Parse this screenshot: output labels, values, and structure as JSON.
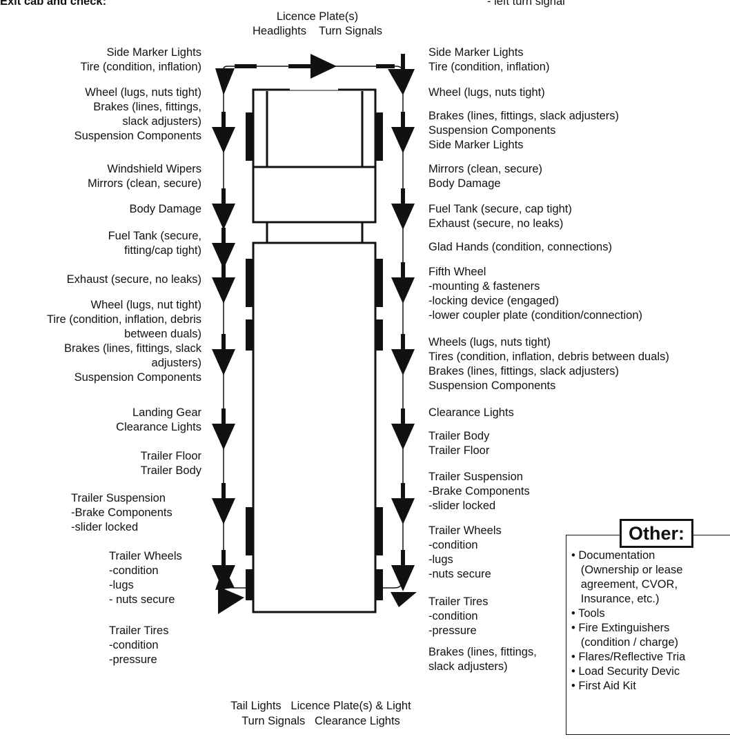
{
  "header": {
    "exit_label": "Exit cab and check:",
    "right_top_fragment": "- left turn signal"
  },
  "front": {
    "line1": "Licence Plate(s)",
    "line2": "Headlights    Turn Signals"
  },
  "rear": {
    "line1": "Tail Lights   Licence Plate(s) & Light",
    "line2": "Turn Signals   Clearance Lights"
  },
  "left_checks": [
    "Side Marker Lights\nTire (condition, inflation)",
    "Wheel (lugs, nuts tight)\nBrakes (lines, fittings,\nslack adjusters)\nSuspension Components",
    "Windshield Wipers\nMirrors (clean, secure)",
    "Body Damage",
    "Fuel Tank (secure,\nfitting/cap tight)",
    "Exhaust (secure, no leaks)",
    "Wheel (lugs, nut tight)\nTire (condition, inflation, debris\nbetween duals)\nBrakes (lines, fittings, slack\nadjusters)\nSuspension Components",
    "Landing Gear\nClearance Lights",
    "Trailer Floor\nTrailer Body",
    "Trailer Suspension\n-Brake Components\n-slider locked",
    "Trailer Wheels\n-condition\n-lugs\n- nuts secure",
    "Trailer Tires\n-condition\n-pressure"
  ],
  "right_checks": [
    "Side Marker Lights\nTire (condition, inflation)",
    "Wheel (lugs, nuts tight)",
    "Brakes (lines, fittings, slack adjusters)\nSuspension Components\nSide Marker Lights",
    "Mirrors (clean, secure)\nBody Damage",
    "Fuel Tank (secure, cap tight)\nExhaust (secure, no leaks)",
    "Glad Hands (condition, connections)",
    "Fifth Wheel\n-mounting & fasteners\n-locking device (engaged)\n-lower coupler plate (condition/connection)",
    "Wheels (lugs, nuts tight)\nTires (condition, inflation, debris between duals)\nBrakes (lines, fittings, slack adjusters)\nSuspension Components",
    "Clearance Lights",
    "Trailer Body\nTrailer Floor",
    "Trailer Suspension\n-Brake Components\n-slider locked",
    "Trailer Wheels\n-condition\n-lugs\n-nuts secure",
    "Trailer Tires\n-condition\n-pressure",
    "Brakes (lines, fittings,\nslack adjusters)"
  ],
  "other": {
    "title": "Other:",
    "items": "• Documentation\n   (Ownership or lease\n   agreement, CVOR,\n   Insurance, etc.)\n• Tools\n• Fire Extinguishers\n   (condition / charge)\n• Flares/Reflective Tria\n• Load Security Devic\n• First Aid Kit"
  }
}
